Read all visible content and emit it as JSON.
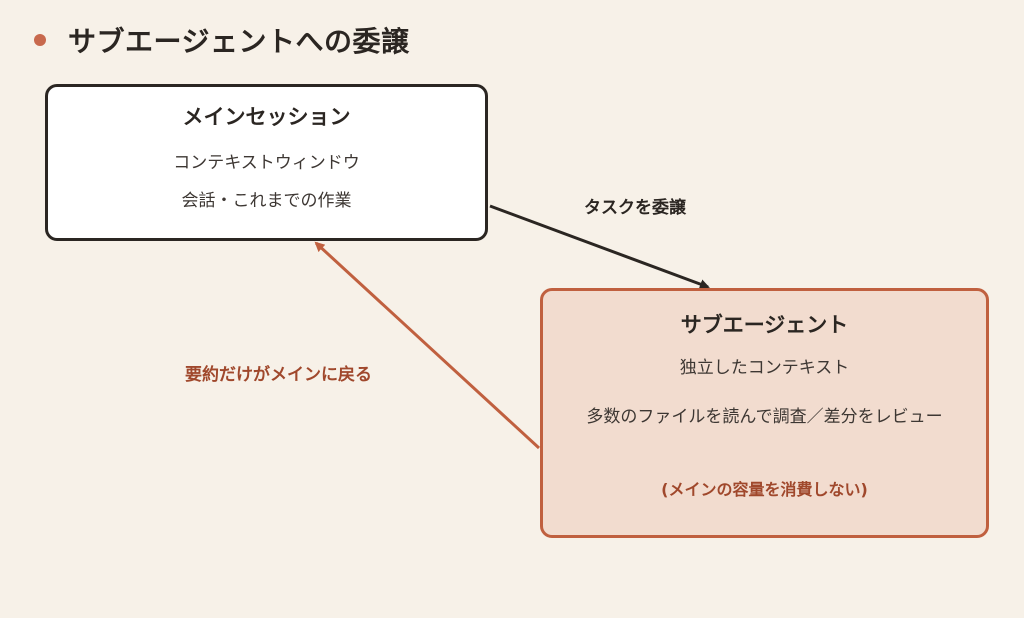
{
  "title": "サブエージェントへの委譲",
  "main_session": {
    "title": "メインセッション",
    "lines": [
      "コンテキストウィンドウ",
      "会話・これまでの作業"
    ]
  },
  "subagent": {
    "title": "サブエージェント",
    "lines": [
      "独立したコンテキスト",
      "多数のファイルを読んで調査／差分をレビュー"
    ],
    "note": "(メインの容量を消費しない)"
  },
  "edges": {
    "delegate": "タスクを委譲",
    "return": "要約だけがメインに戻る"
  },
  "colors": {
    "background": "#f7f1e8",
    "accent": "#c8694d",
    "dark": "#2b2622",
    "subagent_fill": "#f2dccf",
    "note_text": "#a0482c"
  }
}
